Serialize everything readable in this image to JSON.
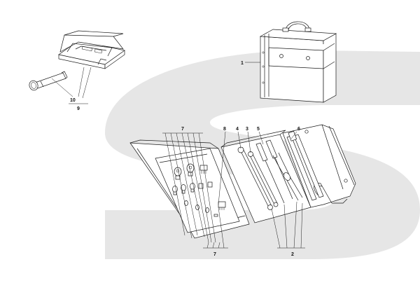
{
  "watermark": {
    "kind": "logo",
    "color": "#e6e6e6"
  },
  "callouts": {
    "c1": "1",
    "c2": "2",
    "c3": "3",
    "c4": "4",
    "c5": "5",
    "c6": "6",
    "c7_top": "7",
    "c7_bottom": "7",
    "c8": "8",
    "c9": "9",
    "c10": "10"
  },
  "parts": [
    "tool-bag",
    "spare-bulb-box",
    "torch",
    "tool-roll",
    "wrench-set",
    "screwdrivers",
    "pliers",
    "fuse-and-bulb-set"
  ]
}
